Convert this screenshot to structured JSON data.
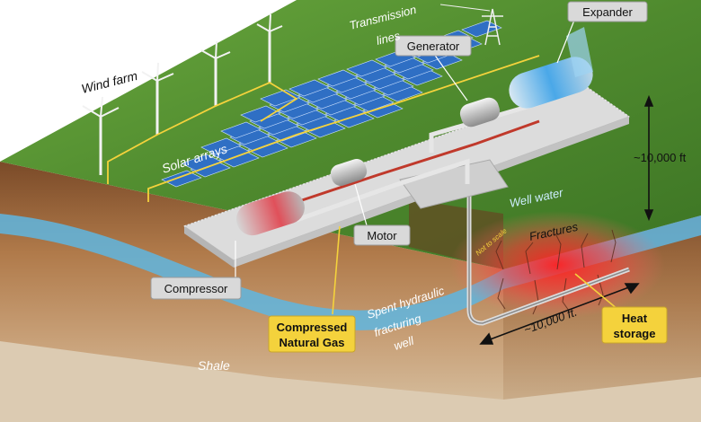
{
  "labels": {
    "wind_farm": "Wind farm",
    "solar_arrays": "Solar arrays",
    "transmission_lines_1": "Transmission",
    "transmission_lines_2": "lines",
    "generator": "Generator",
    "expander": "Expander",
    "motor": "Motor",
    "compressor": "Compressor",
    "compressed_gas_1": "Compressed",
    "compressed_gas_2": "Natural Gas",
    "well_water": "Well water",
    "fractures": "Fractures",
    "not_to_scale": "Not to scale",
    "spent_well_1": "Spent hydraulic",
    "spent_well_2": "fracturing",
    "spent_well_3": "well",
    "depth_vertical": "~10,000 ft",
    "depth_horizontal": "~10,000 ft.",
    "heat_storage_1": "Heat",
    "heat_storage_2": "storage",
    "shale": "Shale"
  },
  "colors": {
    "grass": "#4f8a2e",
    "soil": "#8a5a34",
    "water": "#5fb6e0",
    "heat": "#e8232a",
    "callout_yellow": "#f4d23c",
    "callout_gray": "#d9d9d9",
    "solar_panel": "#2f6fc4",
    "pipe_red": "#c0392b"
  }
}
